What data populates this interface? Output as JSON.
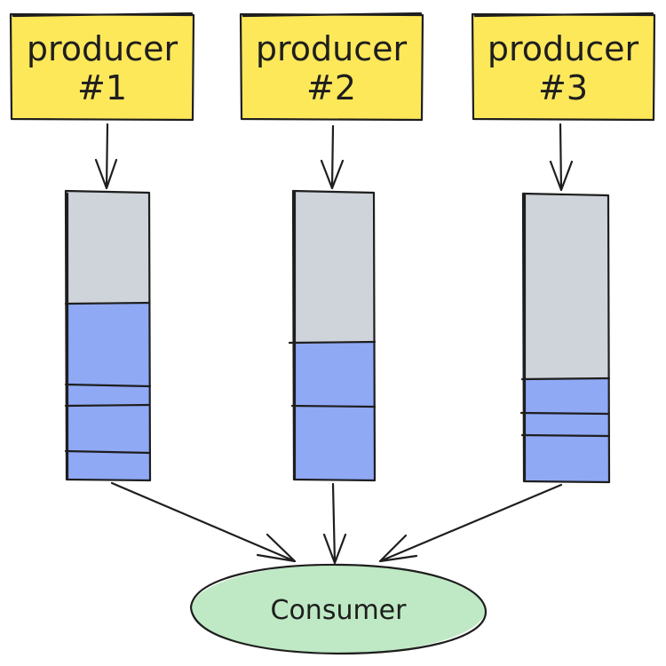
{
  "colors": {
    "producer_fill": "#fde85a",
    "queue_empty_fill": "#ced4da",
    "message_fill": "#8fa9f5",
    "consumer_fill": "#bfe9c4",
    "stroke": "#1e1e1e"
  },
  "producers": [
    {
      "line1": "producer",
      "line2": "#1"
    },
    {
      "line1": "producer",
      "line2": "#2"
    },
    {
      "line1": "producer",
      "line2": "#3"
    }
  ],
  "consumer": {
    "label": "Consumer"
  }
}
